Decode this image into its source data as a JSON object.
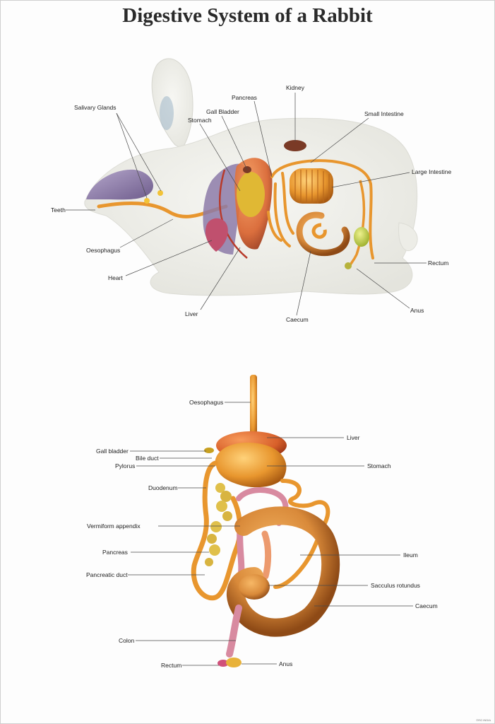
{
  "title": "Digestive System of a Rabbit",
  "credit": "©RG INDIA",
  "rabbit_labels": {
    "salivary_glands": "Salivary Glands",
    "pancreas": "Pancreas",
    "kidney": "Kidney",
    "gall_bladder": "Gall Bladder",
    "stomach": "Stomach",
    "small_intestine": "Small Intestine",
    "large_intestine": "Large Intestine",
    "teeth": "Teeth",
    "oesophagus": "Oesophagus",
    "heart": "Heart",
    "liver": "Liver",
    "caecum": "Caecum",
    "rectum": "Rectum",
    "anus": "Anus"
  },
  "tract_labels": {
    "oesophagus": "Oesophagus",
    "liver": "Liver",
    "gall_bladder": "Gall bladder",
    "bile_duct": "Bile duct",
    "pylorus": "Pylorus",
    "stomach": "Stomach",
    "duodenum": "Duodenum",
    "vermiform_appendix": "Vermiform appendix",
    "pancreas": "Pancreas",
    "ileum": "Ileum",
    "pancreatic_duct": "Pancreatic duct",
    "sacculus_rotundus": "Sacculus rotundus",
    "caecum": "Caecum",
    "colon": "Colon",
    "rectum": "Rectum",
    "anus": "Anus"
  },
  "colors": {
    "rabbit_body": "#efefe9",
    "tract_orange": "#e8962e",
    "liver_red": "#d8602a",
    "tongue_purple": "#8c7aa8",
    "heart_pink": "#c0506e",
    "kidney_brown": "#7a3a26",
    "gall_green": "#c6d84a"
  }
}
